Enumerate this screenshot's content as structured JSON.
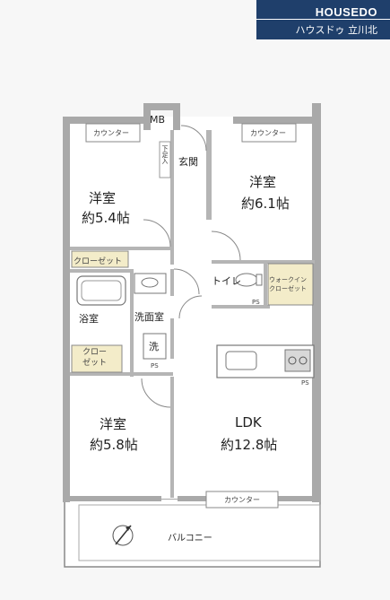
{
  "logo": {
    "brand": "HOUSEDO",
    "branch": "ハウスドゥ 立川北"
  },
  "rooms": {
    "western_nw": {
      "name": "洋室",
      "size": "約5.4帖"
    },
    "western_ne": {
      "name": "洋室",
      "size": "約6.1帖"
    },
    "western_sw": {
      "name": "洋室",
      "size": "約5.8帖"
    },
    "ldk": {
      "name": "LDK",
      "size": "約12.8帖"
    }
  },
  "labels": {
    "mb": "MB",
    "genkan": "玄関",
    "shoes": "下足入",
    "counter_nw": "カウンター",
    "counter_ne": "カウンター",
    "counter_s": "カウンター",
    "closet_1": "クローゼット",
    "closet_2": "クロー\nゼット",
    "walkin": "ウォークイン\nクローゼット",
    "toilet": "トイレ",
    "bath": "浴室",
    "washroom": "洗面室",
    "laundry": "洗",
    "ps_1": "PS",
    "ps_2": "PS",
    "ps_3": "PS",
    "balcony": "バルコニー"
  },
  "colors": {
    "wall": "#a9a9a9",
    "closet": "#f3ecc9",
    "logo_bg": "#1f3f6b"
  }
}
